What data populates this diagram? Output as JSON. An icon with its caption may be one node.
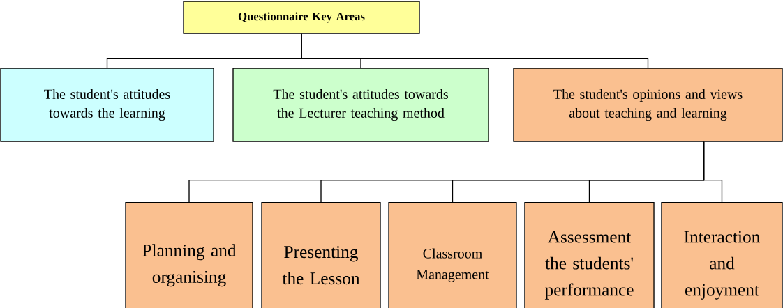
{
  "diagram": {
    "nodes": [
      {
        "text": [
          "**Questionnaire Key Areas**"
        ]
      },
      {
        "text": [
          "The student's attitudes towards the learning"
        ]
      },
      {
        "text": [
          "The student's attitudes towards the Lecturer teaching method"
        ]
      },
      {
        "text": [
          "The student's opinions and views about teaching and learning"
        ]
      },
      {
        "text": [
          "Planning and organising"
        ]
      },
      {
        "text": [
          "Presenting the Lesson"
        ]
      },
      {
        "text": [
          "Classroom Management"
        ]
      },
      {
        "text": [
          "Assessment the students' performance"
        ]
      },
      {
        "text": [
          "Interaction and enjoyment"
        ]
      }
    ],
    "edges": [
      {
        "from": 0,
        "to": 1,
        "arrow": "none"
      },
      {
        "from": 0,
        "to": 2,
        "arrow": "none"
      },
      {
        "from": 0,
        "to": 3,
        "arrow": "none"
      },
      {
        "from": 3,
        "to": 4,
        "arrow": "none"
      },
      {
        "from": 3,
        "to": 5,
        "arrow": "none"
      },
      {
        "from": 3,
        "to": 6,
        "arrow": "none"
      },
      {
        "from": 3,
        "to": 7,
        "arrow": "none"
      },
      {
        "from": 3,
        "to": 8,
        "arrow": "none"
      }
    ]
  }
}
